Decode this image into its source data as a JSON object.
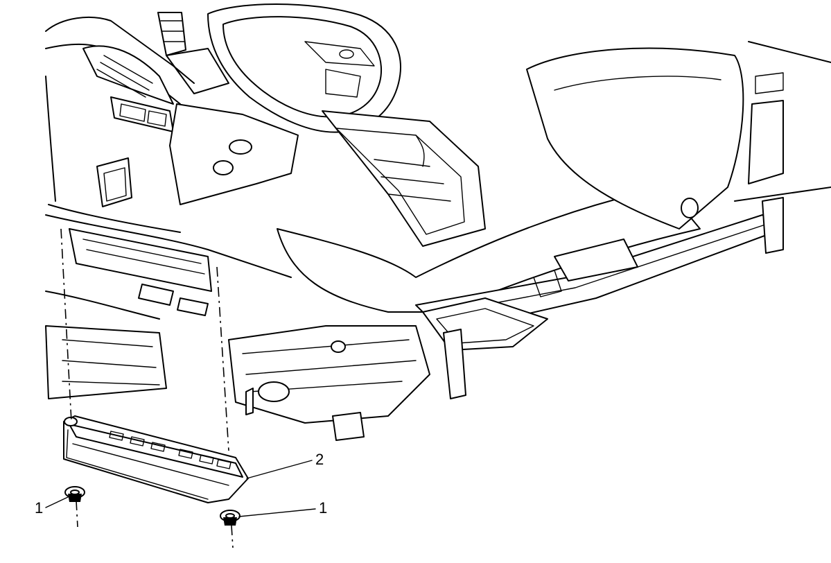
{
  "callouts": [
    {
      "id": "fastener_left",
      "label": "1"
    },
    {
      "id": "panel",
      "label": "2"
    },
    {
      "id": "fastener_right",
      "label": "1"
    }
  ]
}
